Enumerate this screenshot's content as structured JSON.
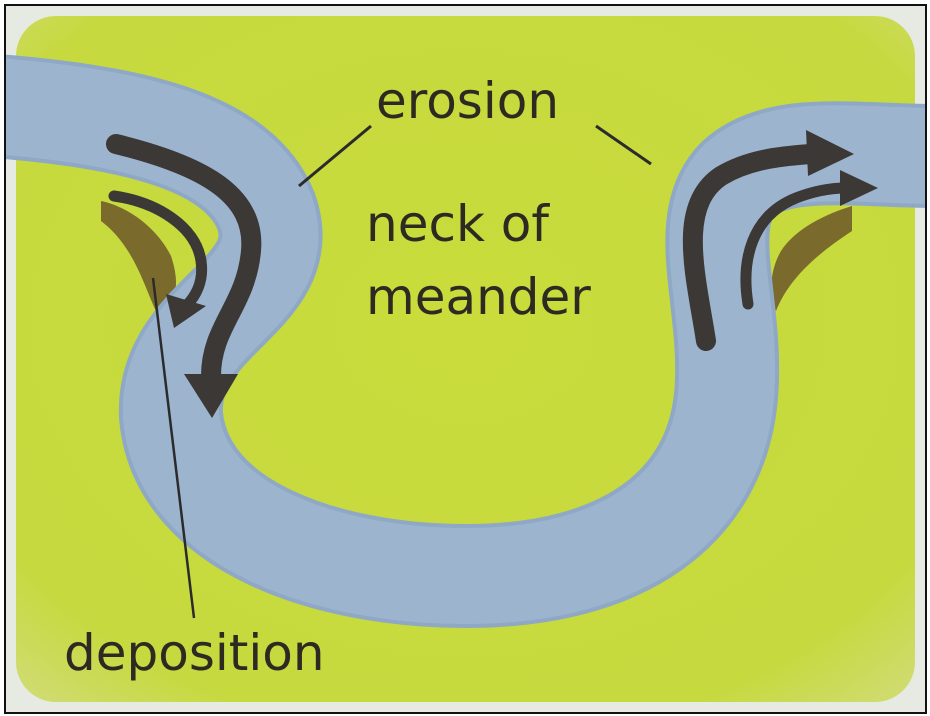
{
  "labels": {
    "erosion": "erosion",
    "neck_line1": "neck of",
    "neck_line2": "meander",
    "deposition": "deposition"
  },
  "colors": {
    "land": "#c9dc3c",
    "river": "#9db4cf",
    "river_edge": "#8ea8c6",
    "bank": "#7a6a2c",
    "arrow": "#3b3835",
    "text": "#2d2a22",
    "line": "#2b2b2b"
  }
}
